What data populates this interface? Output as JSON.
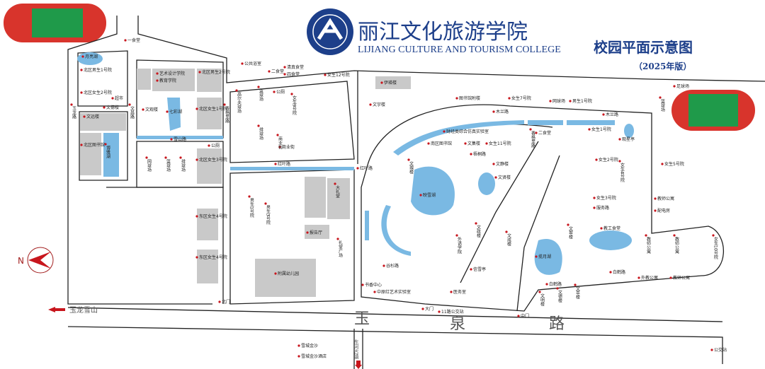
{
  "header": {
    "college_cn": "丽江文化旅游学院",
    "college_en": "LIJIANG CULTURE AND TOURISM COLLEGE",
    "map_title": "校园平面示意图",
    "edition": "（2025年版）"
  },
  "compass": {
    "north_label": "N"
  },
  "directions": {
    "west": "玉龙雪山",
    "south": "东河古镇"
  },
  "main_road": [
    "玉",
    "泉",
    "路"
  ],
  "colors": {
    "water": "#7ab9e3",
    "building": "#c9c9c9",
    "poi_dot": "#c8161d",
    "track": "#d8342c",
    "field": "#1f9a4a"
  },
  "labels": [
    "一食堂",
    "月亮湖",
    "北区男生1号院",
    "北区女生2号院",
    "超市",
    "艺术设计学院",
    "教育学院",
    "北区男生2号院",
    "文德楼",
    "文远楼",
    "文昌路",
    "玉龙路",
    "文观楼",
    "七彩湖",
    "北区女生1号院",
    "北区图书馆",
    "博雅湖",
    "雪山路",
    "网球场",
    "篮球场",
    "排球场",
    "北区女生3号院",
    "公厕",
    "香格里路",
    "高尔夫球场",
    "篮球场",
    "排球场",
    "公厕",
    "商业街",
    "女生9号院",
    "红叶路",
    "红叶路",
    "公共浴室",
    "二食堂",
    "清真食堂",
    "四食堂",
    "女生12号院",
    "伊瑛楼",
    "文宇楼",
    "图书馆附楼",
    "女生7号院",
    "网球场",
    "男生1号院",
    "篮球场",
    "足球场",
    "木兰路",
    "木兰路",
    "财经类综合仿真实验室",
    "南区图书馆",
    "文集楼",
    "女生11号院",
    "梧桐路",
    "女生1号院",
    "观星亭",
    "女生2号院",
    "女生5号院",
    "教师公寓",
    "配电房",
    "文瑰楼",
    "映雪湖",
    "文静楼",
    "文贤楼",
    "大礼堂",
    "报告厅",
    "礼堂广场",
    "附属幼儿园",
    "男生1号院",
    "男生3号院",
    "东区女生4号院",
    "东区女生4号院",
    "北门",
    "大门",
    "中门",
    "11路公交站",
    "雪城金沙",
    "雪城金沙酒店",
    "公交站",
    "外语学院",
    "文政楼",
    "文成楼",
    "揽月湖",
    "文翠楼",
    "教工食堂",
    "女生10号院",
    "教师公寓",
    "教师公寓",
    "白鹤路",
    "白鹤路",
    "外教公寓",
    "教师公寓",
    "文萃楼",
    "文德楼",
    "文明楼",
    "谷杉路",
    "信雪亭",
    "中原红艺术实验室",
    "书香中心",
    "女生4号院",
    "女生3号院",
    "二食堂",
    "香格里路",
    "服务路",
    "医务室",
    "商业街"
  ]
}
